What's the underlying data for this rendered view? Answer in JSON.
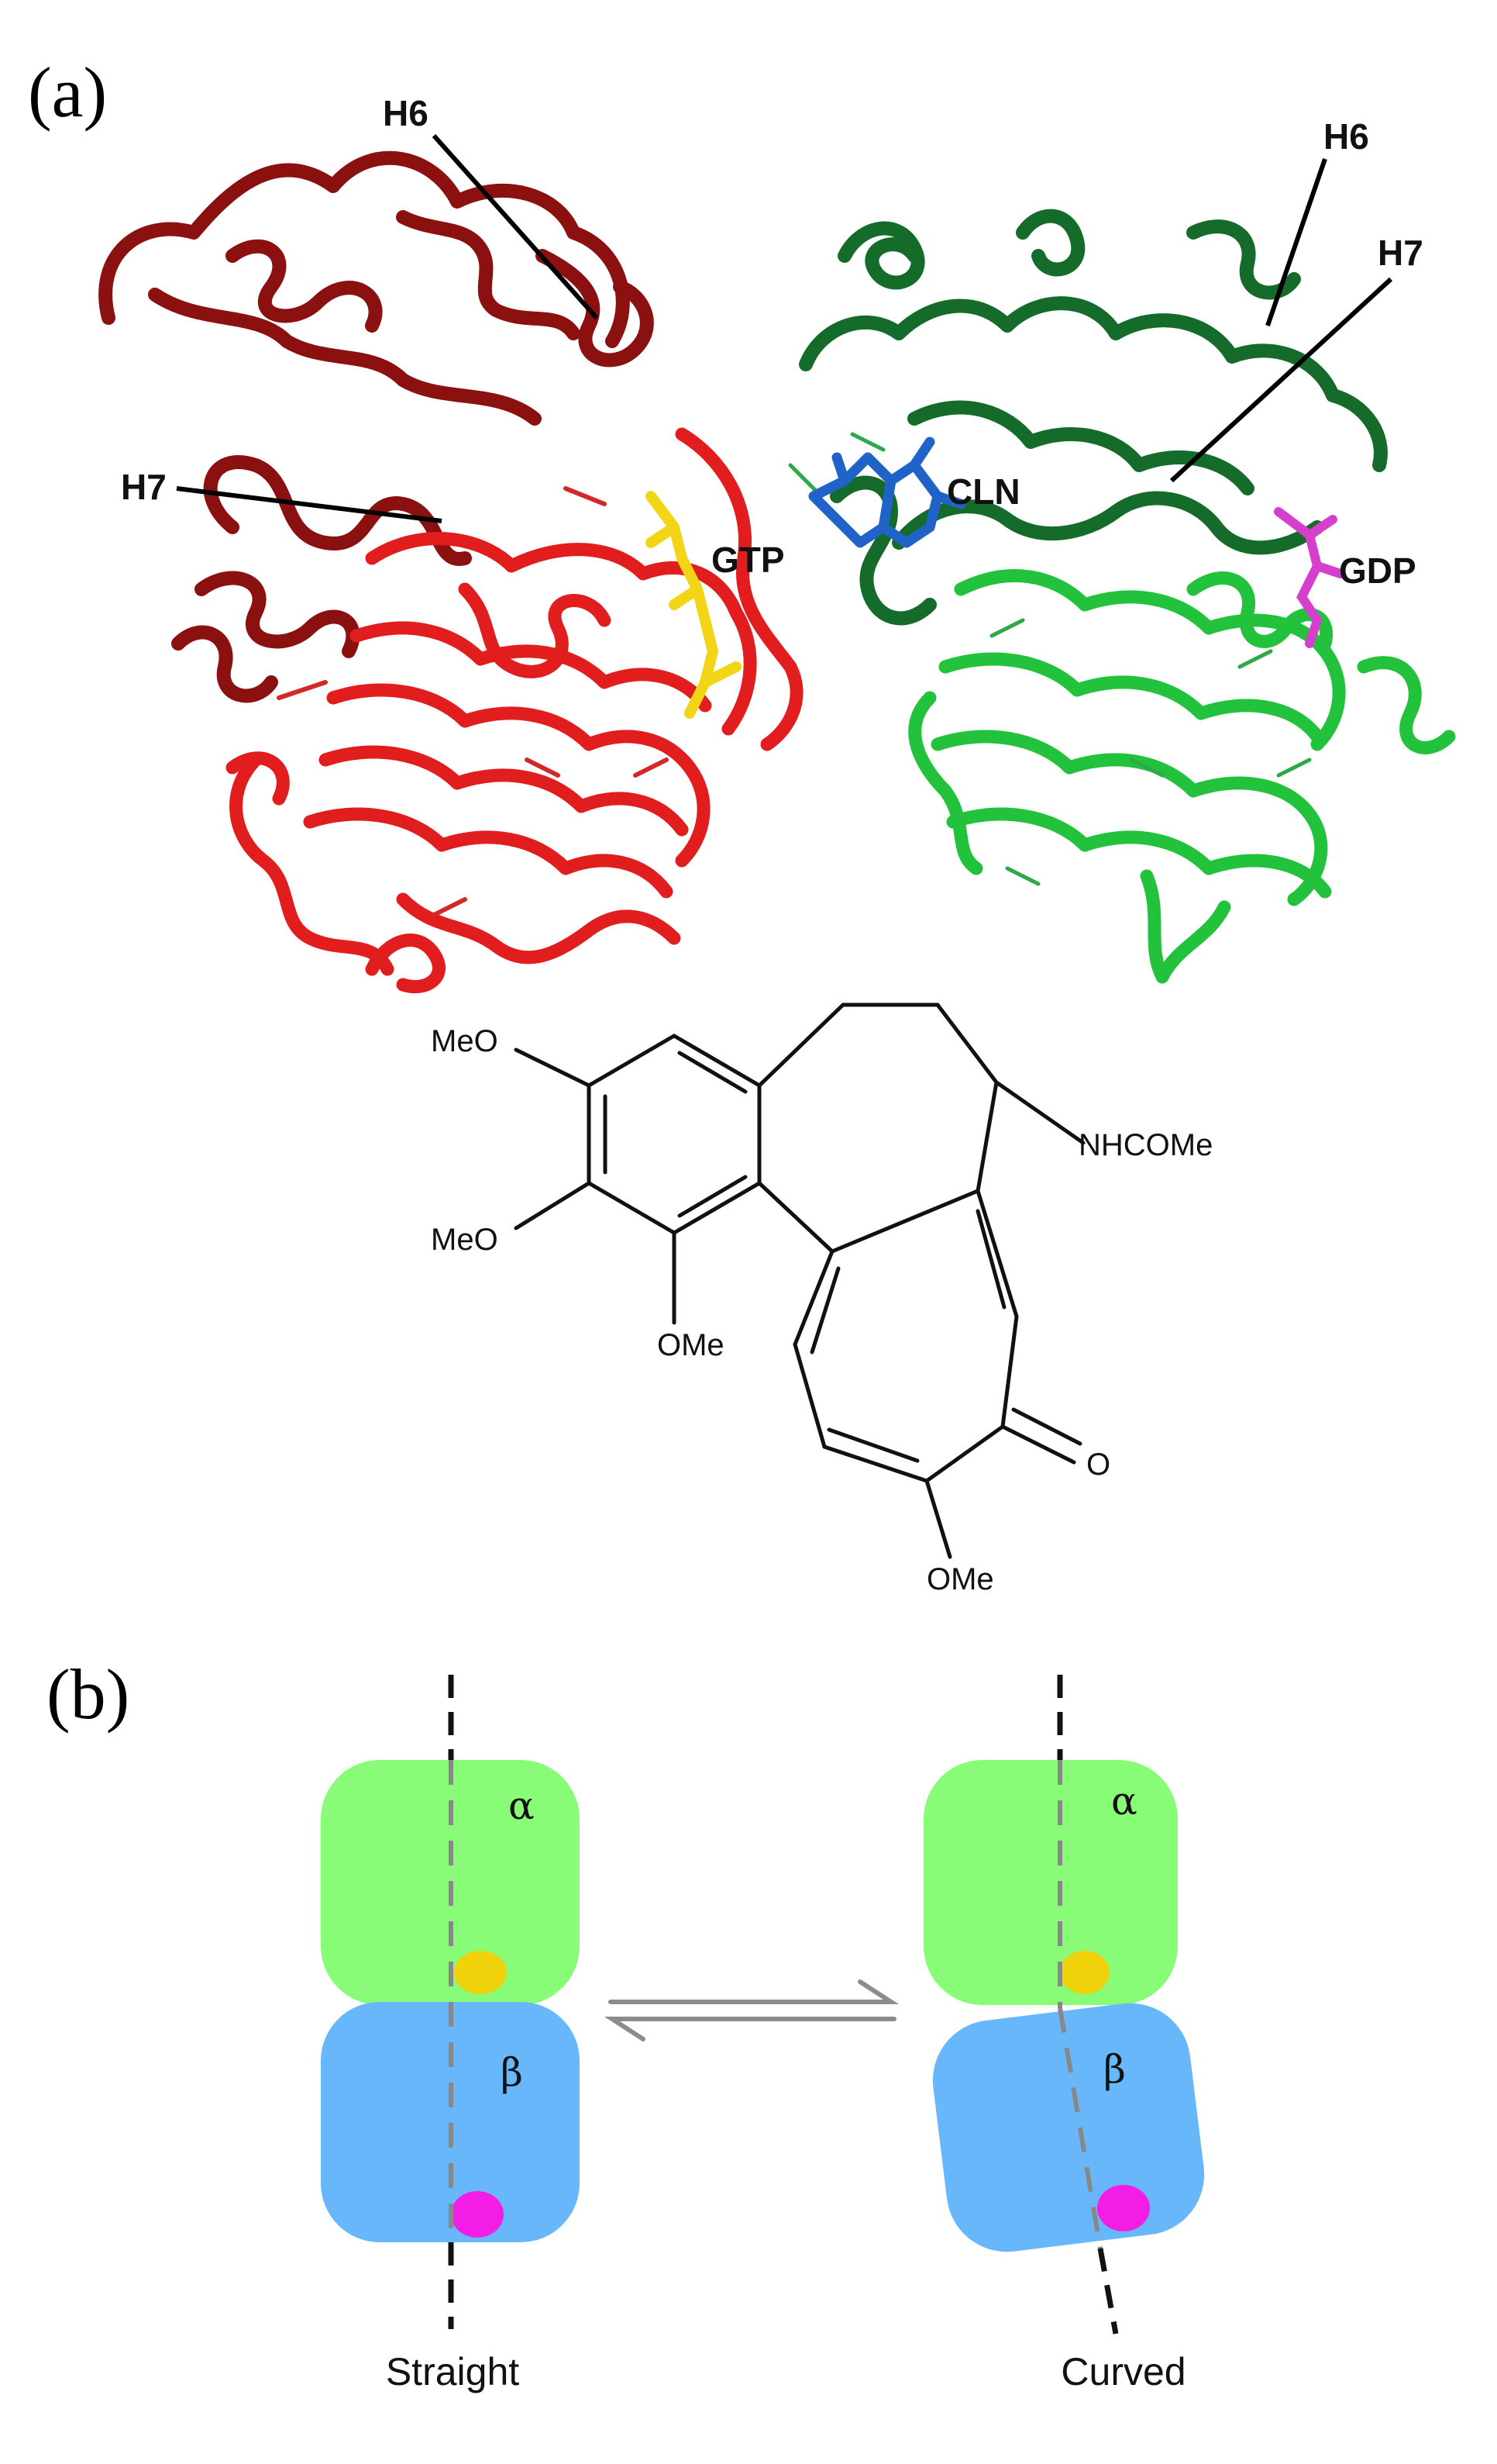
{
  "panel_a": {
    "letter": "(a)",
    "callouts": {
      "red_h6": "H6",
      "red_h7": "H7",
      "gtp": "GTP",
      "cln": "CLN",
      "green_h6": "H6",
      "green_h7": "H7",
      "gdp": "GDP"
    },
    "colors": {
      "alpha_subunit": "#e11d1d",
      "alpha_subunit_dark": "#8b1010",
      "beta_subunit": "#23c23c",
      "beta_subunit_dark": "#146b2a",
      "gtp": "#f2d516",
      "cln": "#1f63c9",
      "gdp": "#d63fcb"
    },
    "molecule": {
      "meo_top": "MeO",
      "meo_mid": "MeO",
      "ome_inner": "OMe",
      "nhcome": "NHCOMe",
      "oxo": "O",
      "ome_bottom": "OMe"
    }
  },
  "panel_b": {
    "letter": "(b)",
    "straight": {
      "alpha": "α",
      "beta": "β",
      "label": "Straight"
    },
    "curved": {
      "alpha": "α",
      "beta": "β",
      "label": "Curved"
    },
    "colors": {
      "alpha_block": "#88fb77",
      "beta_block": "#68b7fb",
      "gtp_dot": "#f0d20a",
      "gdp_dot": "#f41de6",
      "equilibrium_arrows": "#8c8c8c"
    }
  }
}
